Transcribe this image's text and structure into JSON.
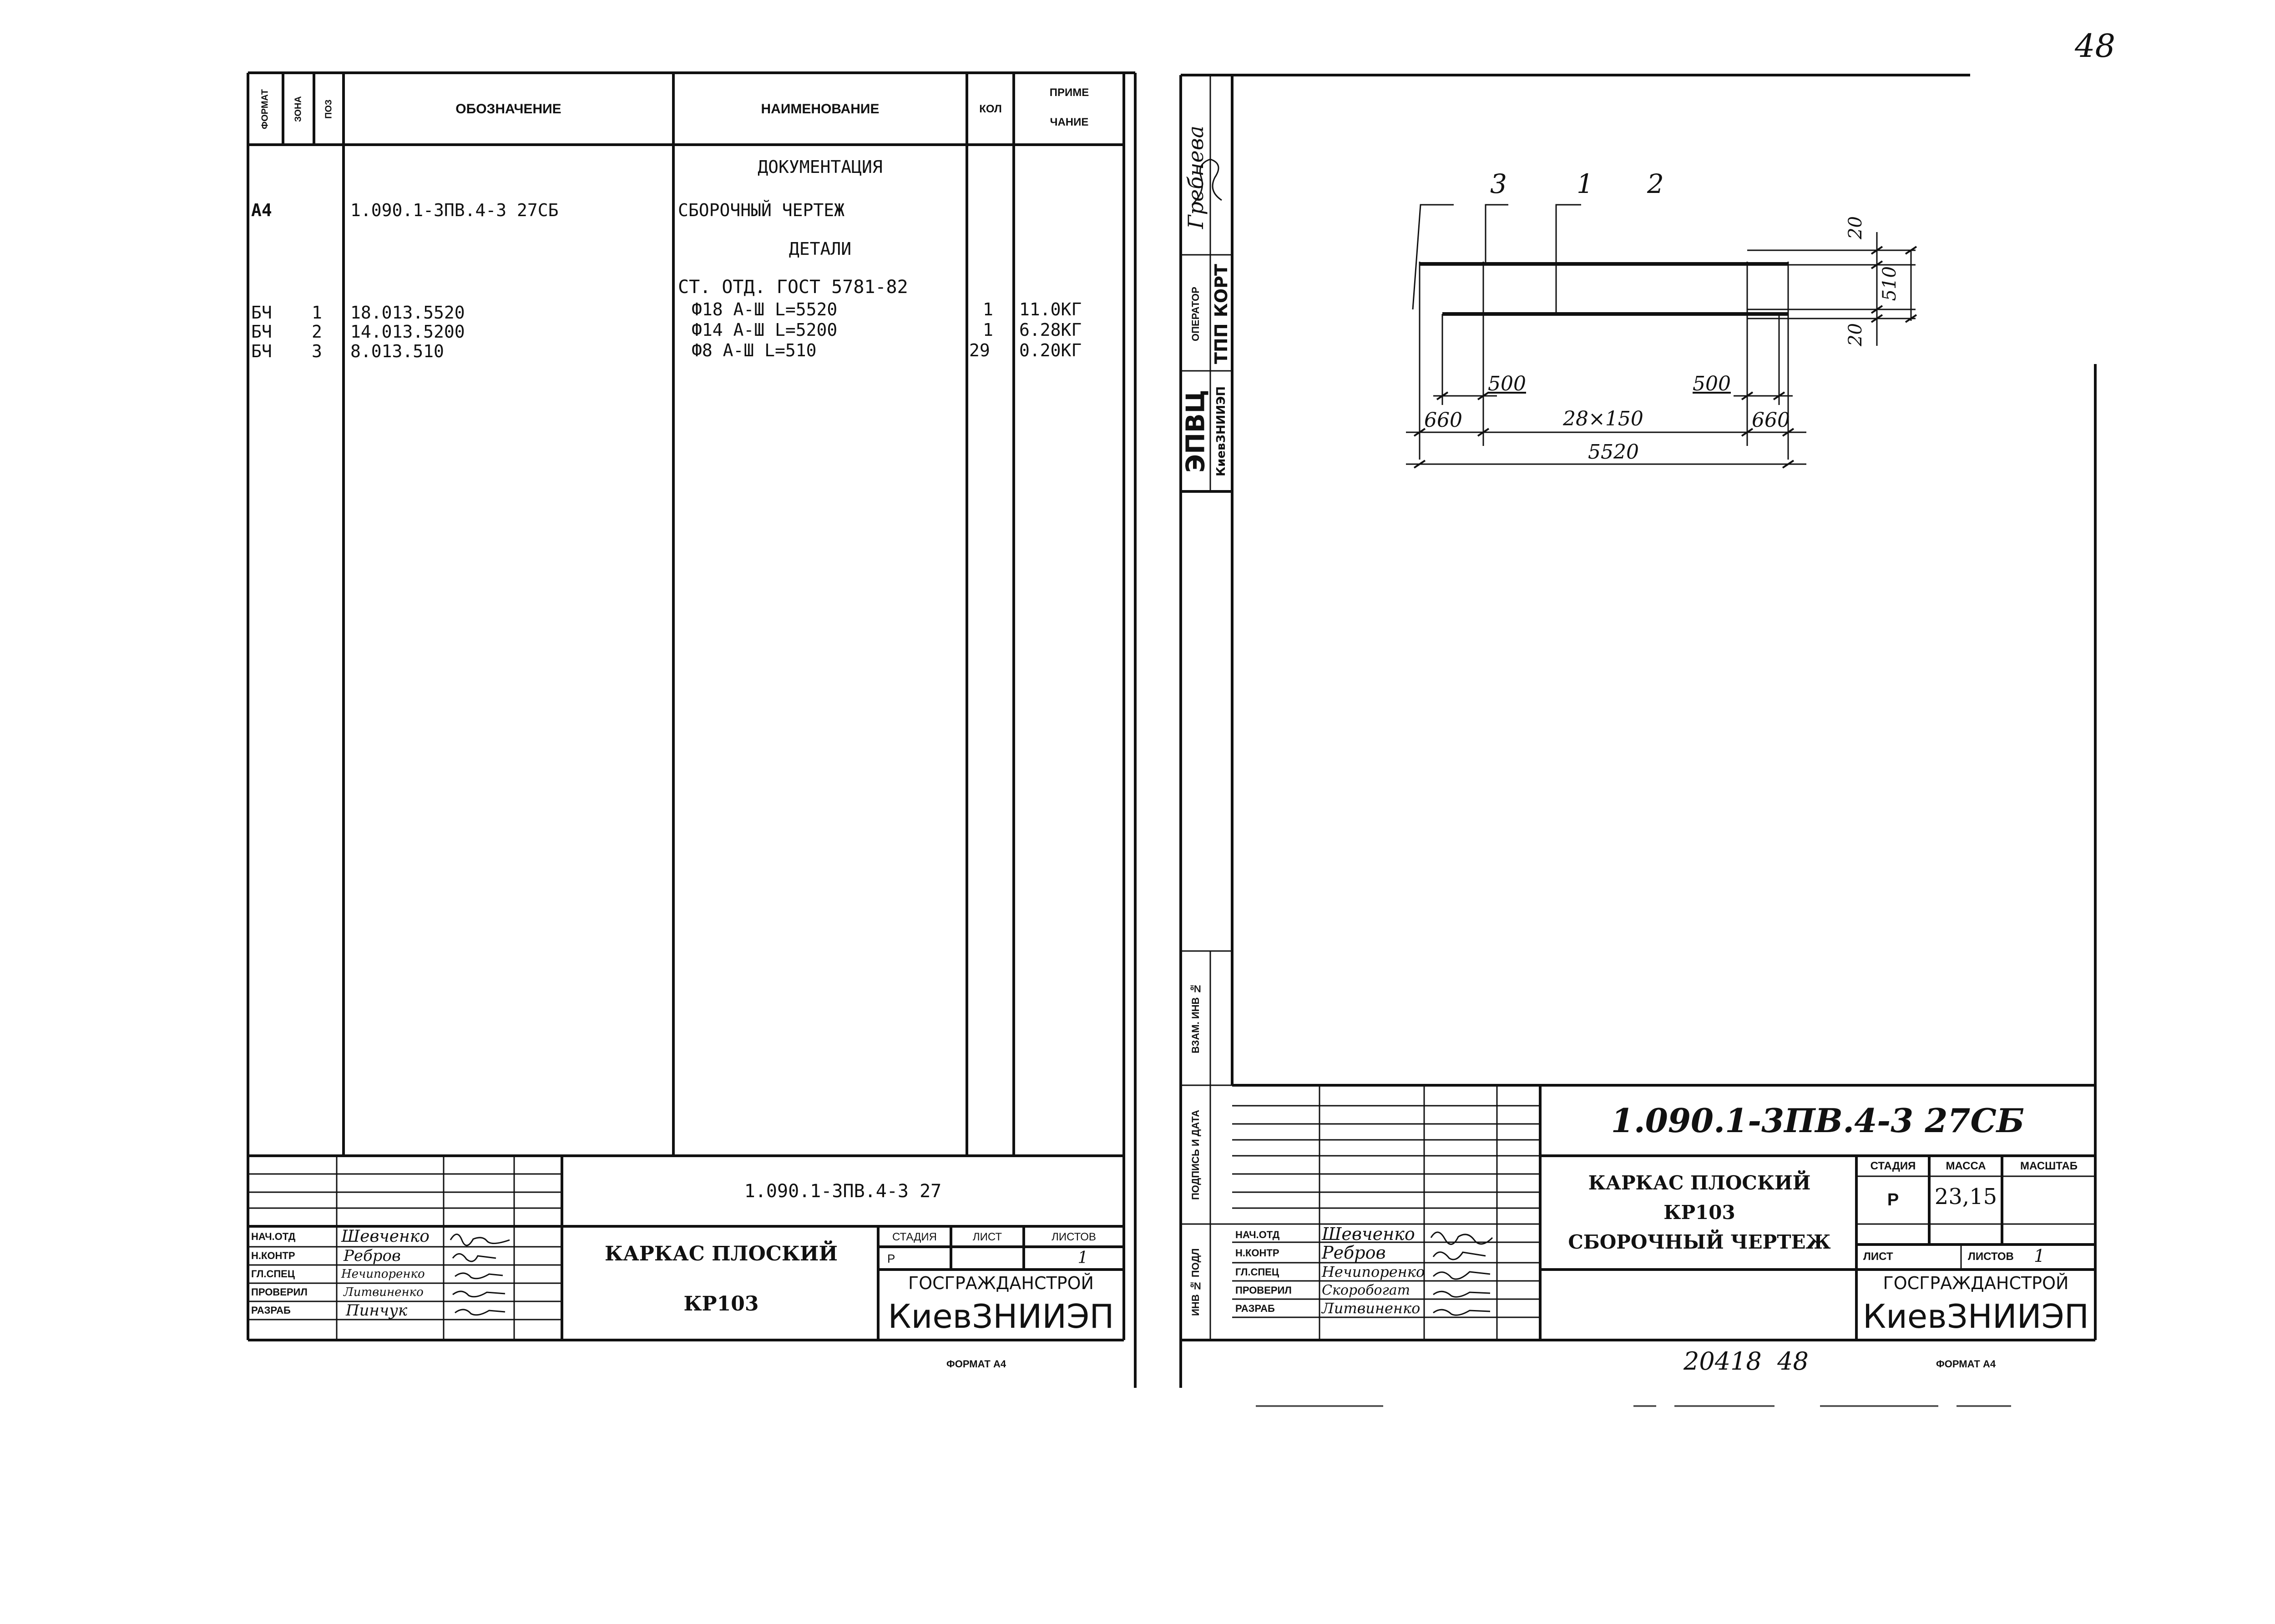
{
  "page_number": "48",
  "left_sheet": {
    "header": {
      "format": "ФОРМАТ",
      "zone": "ЗОНА",
      "pos": "ПОЗ",
      "designation": "ОБОЗНАЧЕНИЕ",
      "name": "НАИМЕНОВАНИЕ",
      "qty": "КОЛ",
      "note_line1": "ПРИМЕ",
      "note_line2": "ЧАНИЕ"
    },
    "section_documentation": "ДОКУМЕНТАЦИЯ",
    "doc_row": {
      "format": "А4",
      "designation": "1.090.1-3ПВ.4-3 27СБ",
      "name": "СБОРОЧНЫЙ ЧЕРТЕЖ"
    },
    "section_details": "ДЕТАЛИ",
    "details_standard": "СТ. ОТД. ГОСТ 5781-82",
    "rows": [
      {
        "format": "БЧ",
        "pos": "1",
        "designation": "18.013.5520",
        "name": "Ф18 А-Ш L=5520",
        "qty": "1",
        "note": "11.0КГ"
      },
      {
        "format": "БЧ",
        "pos": "2",
        "designation": "14.013.5200",
        "name": "Ф14 А-Ш L=5200",
        "qty": "1",
        "note": "6.28КГ"
      },
      {
        "format": "БЧ",
        "pos": "3",
        "designation": "8.013.510",
        "name": "Ф8 А-Ш L=510",
        "qty": "29",
        "note": "0.20КГ"
      }
    ],
    "title_block": {
      "code": "1.090.1-3ПВ.4-3 27",
      "title_line1": "КАРКАС ПЛОСКИЙ",
      "title_line2": "КР103",
      "stage_label": "СТАДИЯ",
      "sheet_label": "ЛИСТ",
      "sheets_label": "ЛИСТОВ",
      "stage": "Р",
      "sheets": "1",
      "org_line1": "ГОСГРАЖДАНСТРОЙ",
      "org_line2": "КиевЗНИИЭП",
      "roles": [
        {
          "role": "НАЧ.ОТД",
          "name": "Шевченко"
        },
        {
          "role": "Н.КОНТР",
          "name": "Ребров"
        },
        {
          "role": "ГЛ.СПЕЦ",
          "name": "Нечипоренко"
        },
        {
          "role": "ПРОВЕРИЛ",
          "name": "Литвиненко"
        },
        {
          "role": "РАЗРАБ",
          "name": "Пинчук"
        }
      ]
    },
    "format_note": "ФОРМАТ А4"
  },
  "right_sheet": {
    "side_stamp": {
      "top_name": "Гребнева",
      "operator_label": "ОПЕРАТОР",
      "tpp": "ТПП КОРТ",
      "epvc": "ЭПВЦ",
      "kiev": "КиевЗНИИЭП",
      "inv_subst": "ВЗАМ. ИНВ №",
      "sign_date": "ПОДПИСЬ И ДАТА",
      "inv_orig": "ИНВ № ПОДЛ"
    },
    "drawing": {
      "callouts": [
        "3",
        "1",
        "2"
      ],
      "dims": {
        "top_gap": "20",
        "height": "510",
        "bottom_gap": "20",
        "left_500": "500",
        "right_500": "500",
        "left_660": "660",
        "middle": "28×150",
        "right_660": "660",
        "total": "5520"
      }
    },
    "title_block": {
      "code": "1.090.1-3ПВ.4-3  27СБ",
      "title_line1": "КАРКАС ПЛОСКИЙ",
      "title_line2": "КР103",
      "title_line3": "СБОРОЧНЫЙ ЧЕРТЕЖ",
      "stage_label": "СТАДИЯ",
      "mass_label": "МАССА",
      "scale_label": "МАСШТАБ",
      "stage": "Р",
      "mass": "23,15",
      "sheet_label": "ЛИСТ",
      "sheets_label": "ЛИСТОВ",
      "sheets": "1",
      "org_line1": "ГОСГРАЖДАНСТРОЙ",
      "org_line2": "КиевЗНИИЭП",
      "roles": [
        {
          "role": "НАЧ.ОТД",
          "name": "Шевченко"
        },
        {
          "role": "Н.КОНТР",
          "name": "Ребров"
        },
        {
          "role": "ГЛ.СПЕЦ",
          "name": "Нечипоренко"
        },
        {
          "role": "ПРОВЕРИЛ",
          "name": "Скоробогат"
        },
        {
          "role": "РАЗРАБ",
          "name": "Литвиненко"
        }
      ]
    },
    "archive_number": "20418  48",
    "format_note": "ФОРМАТ А4"
  }
}
